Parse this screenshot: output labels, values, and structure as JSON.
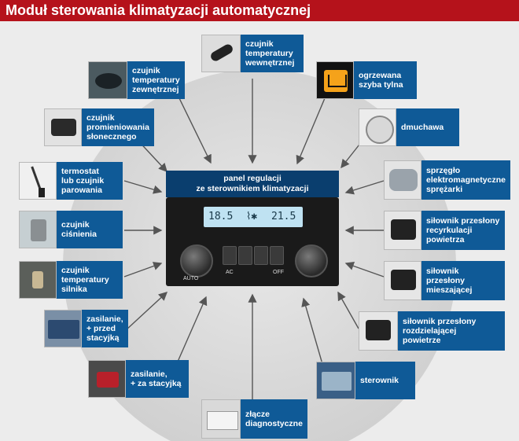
{
  "title": "Moduł sterowania klimatyzacji automatycznej",
  "center": {
    "caption_line1": "panel regulacji",
    "caption_line2": "ze sterownikiem klimatyzacji",
    "display_temp_left": "18.5",
    "display_temp_right": "21.5",
    "button_auto": "AUTO",
    "button_ac": "AC",
    "button_off": "OFF"
  },
  "inputs": [
    {
      "id": "temp-wewn",
      "label": "czujnik\ntemperatury\nwewnętrznej"
    },
    {
      "id": "temp-zewn",
      "label": "czujnik\ntemperatury\nzewnętrznej"
    },
    {
      "id": "promieniowanie",
      "label": "czujnik\npromieniowania\nsłonecznego"
    },
    {
      "id": "termostat",
      "label": "termostat\nlub czujnik\nparowania"
    },
    {
      "id": "cisnienie",
      "label": "czujnik\nciśnienia"
    },
    {
      "id": "temp-silnika",
      "label": "czujnik\ntemperatury\nsilnika"
    },
    {
      "id": "zasilanie-przed",
      "label": "zasilanie,\n+ przed\nstacyjką"
    },
    {
      "id": "zasilanie-za",
      "label": "zasilanie,\n+ za stacyjką"
    },
    {
      "id": "diagnostyczne",
      "label": "złącze\ndiagnostyczne"
    }
  ],
  "outputs": [
    {
      "id": "szyba",
      "label": "ogrzewana\nszyba tylna"
    },
    {
      "id": "dmuchawa",
      "label": "dmuchawa"
    },
    {
      "id": "sprzeglo",
      "label": "sprzęgło\nelektromagnetyczne\nsprężarki"
    },
    {
      "id": "recyrkulacja",
      "label": "siłownik przesłony\nrecyrkulacji\npowietrza"
    },
    {
      "id": "mieszajaca",
      "label": "siłownik\nprzesłony\nmieszającej"
    },
    {
      "id": "rozdzielajaca",
      "label": "siłownik przesłony\nrozdzielającej\npowietrze"
    },
    {
      "id": "sterownik",
      "label": "sterownik"
    }
  ],
  "colors": {
    "title_bg": "#b5121b",
    "label_bg": "#0f5a97",
    "caption_bg": "#0a3e6e",
    "arrow": "#555555"
  }
}
